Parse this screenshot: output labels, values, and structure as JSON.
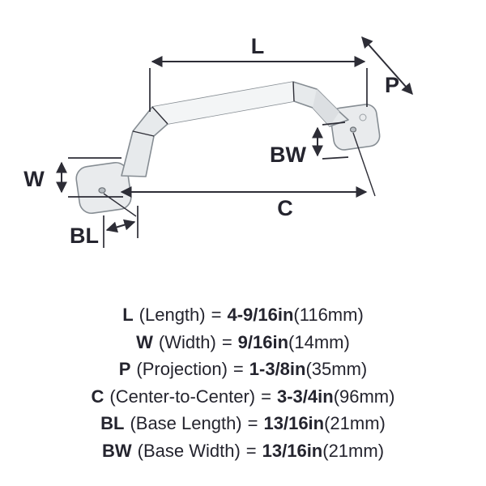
{
  "colors": {
    "line": "#2d2d36",
    "text": "#24242e",
    "metal_light": "#f3f5f6",
    "metal": "#e7eaec",
    "metal_dark": "#dcdfe2",
    "outline": "#868d93"
  },
  "diagram": {
    "labels": {
      "length": "L",
      "width": "W",
      "projection": "P",
      "center": "C",
      "base_length": "BL",
      "base_width": "BW"
    }
  },
  "specs": [
    {
      "symbol": "L",
      "name": "(Length)",
      "eq": "=",
      "value": "4-9/16in",
      "metric": "(116mm)"
    },
    {
      "symbol": "W",
      "name": "(Width)",
      "eq": "=",
      "value": "9/16in",
      "metric": "(14mm)"
    },
    {
      "symbol": "P",
      "name": "(Projection)",
      "eq": "=",
      "value": "1-3/8in",
      "metric": "(35mm)"
    },
    {
      "symbol": "C",
      "name": "(Center-to-Center)",
      "eq": "=",
      "value": "3-3/4in",
      "metric": "(96mm)"
    },
    {
      "symbol": "BL",
      "name": "(Base Length)",
      "eq": "=",
      "value": "13/16in",
      "metric": "(21mm)"
    },
    {
      "symbol": "BW",
      "name": "(Base Width)",
      "eq": "=",
      "value": "13/16in",
      "metric": "(21mm)"
    }
  ]
}
